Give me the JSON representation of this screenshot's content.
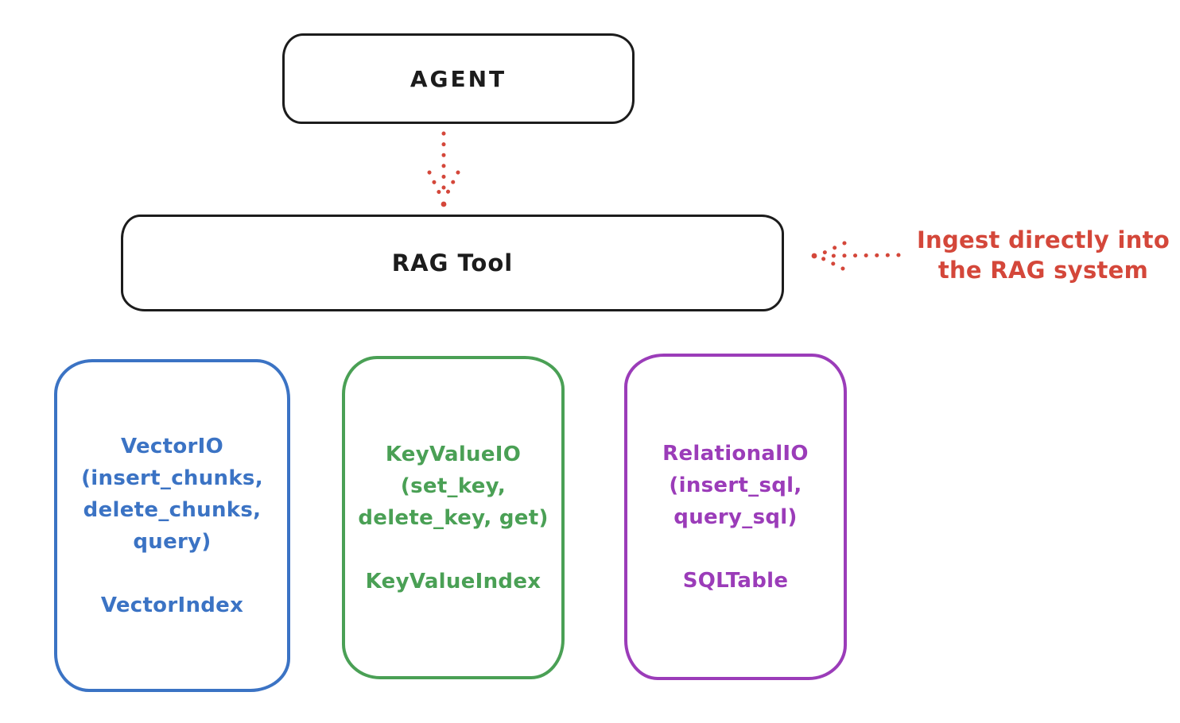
{
  "canvas": {
    "background": "#ffffff"
  },
  "colors": {
    "ink": "#1c1c1c",
    "red": "#d4473a"
  },
  "agent_box": {
    "label": "AGENT"
  },
  "rag_tool_box": {
    "label": "RAG Tool"
  },
  "annotation": {
    "line1": "Ingest directly into",
    "line2": "the RAG system",
    "color": "#d4473a"
  },
  "arrows": [
    {
      "name": "agent-to-ragtool",
      "style": "dotted",
      "direction": "down",
      "color": "#d4473a"
    },
    {
      "name": "annotation-to-ragtool",
      "style": "dotted",
      "direction": "left",
      "color": "#d4473a"
    }
  ],
  "backends": [
    {
      "title": "VectorIO",
      "lines": [
        "VectorIO",
        "(insert_chunks,",
        "delete_chunks,",
        "query)"
      ],
      "footer": "VectorIndex",
      "color": "#3b73c4"
    },
    {
      "title": "KeyValueIO",
      "lines": [
        "KeyValueIO",
        "(set_key,",
        "delete_key, get)"
      ],
      "footer": "KeyValueIndex",
      "color": "#4aa055"
    },
    {
      "title": "RelationalIO",
      "lines": [
        "RelationalIO",
        "(insert_sql,",
        "query_sql)"
      ],
      "footer": "SQLTable",
      "color": "#9b3cb9"
    }
  ]
}
